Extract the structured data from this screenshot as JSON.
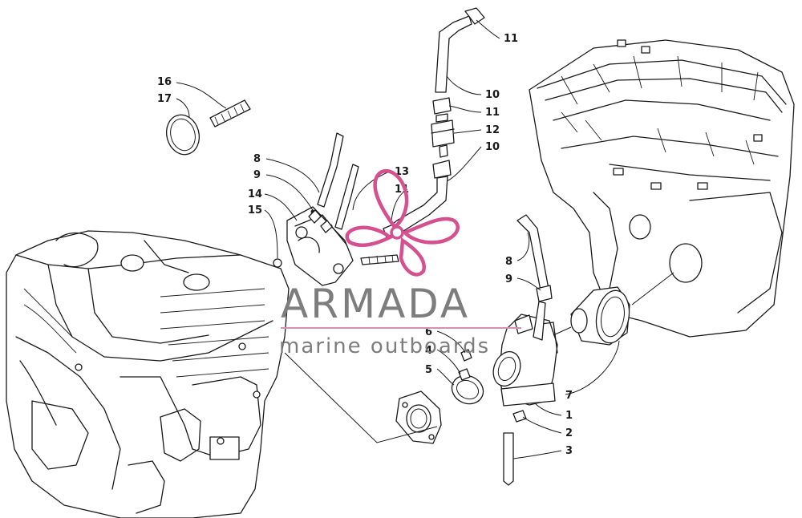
{
  "watermark": {
    "brand": "ARMADA",
    "tagline": "marine outboards",
    "color_text": "#7d7d7d",
    "color_logo": "#d4508e",
    "color_rule": "#d78fb4"
  },
  "callouts": [
    {
      "id": "c1",
      "label": "1"
    },
    {
      "id": "c2",
      "label": "2"
    },
    {
      "id": "c3",
      "label": "3"
    },
    {
      "id": "c4",
      "label": "4"
    },
    {
      "id": "c5",
      "label": "5"
    },
    {
      "id": "c6",
      "label": "6"
    },
    {
      "id": "c7",
      "label": "7"
    },
    {
      "id": "c8a",
      "label": "8"
    },
    {
      "id": "c8b",
      "label": "8"
    },
    {
      "id": "c9a",
      "label": "9"
    },
    {
      "id": "c9b",
      "label": "9"
    },
    {
      "id": "c10a",
      "label": "10"
    },
    {
      "id": "c10b",
      "label": "10"
    },
    {
      "id": "c11a",
      "label": "11"
    },
    {
      "id": "c11b",
      "label": "11"
    },
    {
      "id": "c11c",
      "label": "11"
    },
    {
      "id": "c12",
      "label": "12"
    },
    {
      "id": "c13",
      "label": "13"
    },
    {
      "id": "c14",
      "label": "14"
    },
    {
      "id": "c15",
      "label": "15"
    },
    {
      "id": "c16",
      "label": "16"
    },
    {
      "id": "c17",
      "label": "17"
    }
  ]
}
